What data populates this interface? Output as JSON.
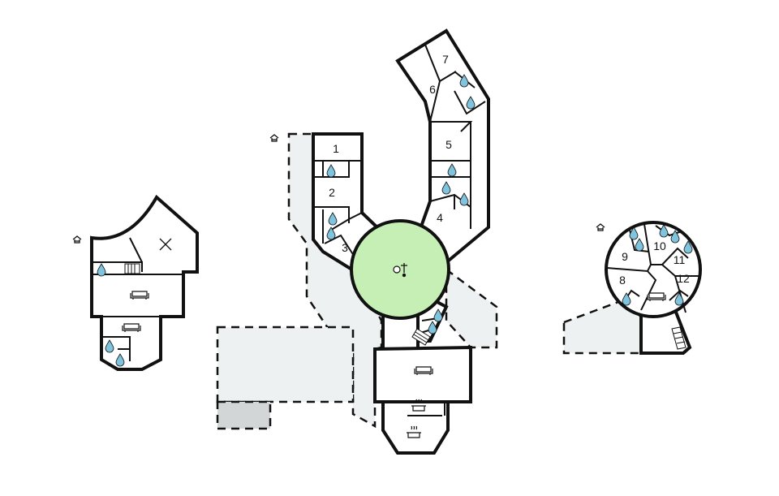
{
  "plan": {
    "rooms": [
      "1",
      "2",
      "3",
      "4",
      "5",
      "6",
      "7",
      "8",
      "9",
      "10",
      "11",
      "12"
    ],
    "colors": {
      "hub": "#c6efb6",
      "outdoor": "#eef1f1",
      "covered": "#d3d6d6",
      "water": "#7fc3dd",
      "wall": "#111111"
    },
    "icons": [
      "house-icon",
      "water-drop-icon",
      "sofa-icon",
      "stove-icon",
      "stairs-icon",
      "x-mark-icon",
      "playground-icon"
    ]
  }
}
